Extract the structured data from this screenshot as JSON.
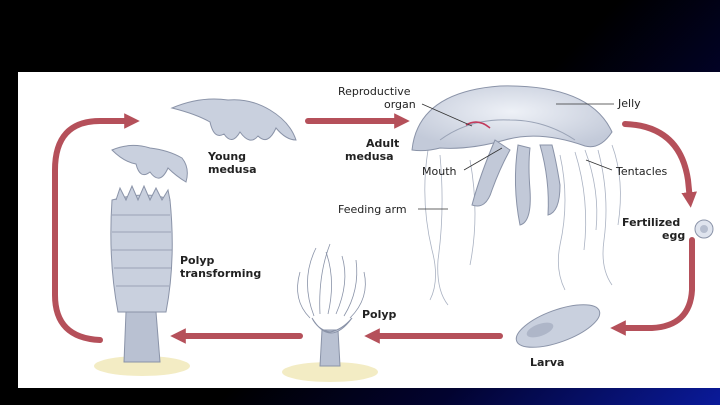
{
  "labels": {
    "reproductive_line1": "Reproductive",
    "reproductive_line2": "organ",
    "jelly": "Jelly",
    "adult_line1": "Adult",
    "adult_line2": "medusa",
    "mouth": "Mouth",
    "tentacles": "Tentacles",
    "feeding_arm": "Feeding arm",
    "young_line1": "Young",
    "young_line2": "medusa",
    "fertilized_line1": "Fertilized",
    "fertilized_line2": "egg",
    "polyp_transforming_line1": "Polyp",
    "polyp_transforming_line2": "transforming",
    "polyp": "Polyp",
    "larva": "Larva"
  },
  "colors": {
    "arrow": "#b5505a",
    "organism_fill": "#c9d0de",
    "organism_stroke": "#8a93a8",
    "sand": "#f3ecc4"
  }
}
